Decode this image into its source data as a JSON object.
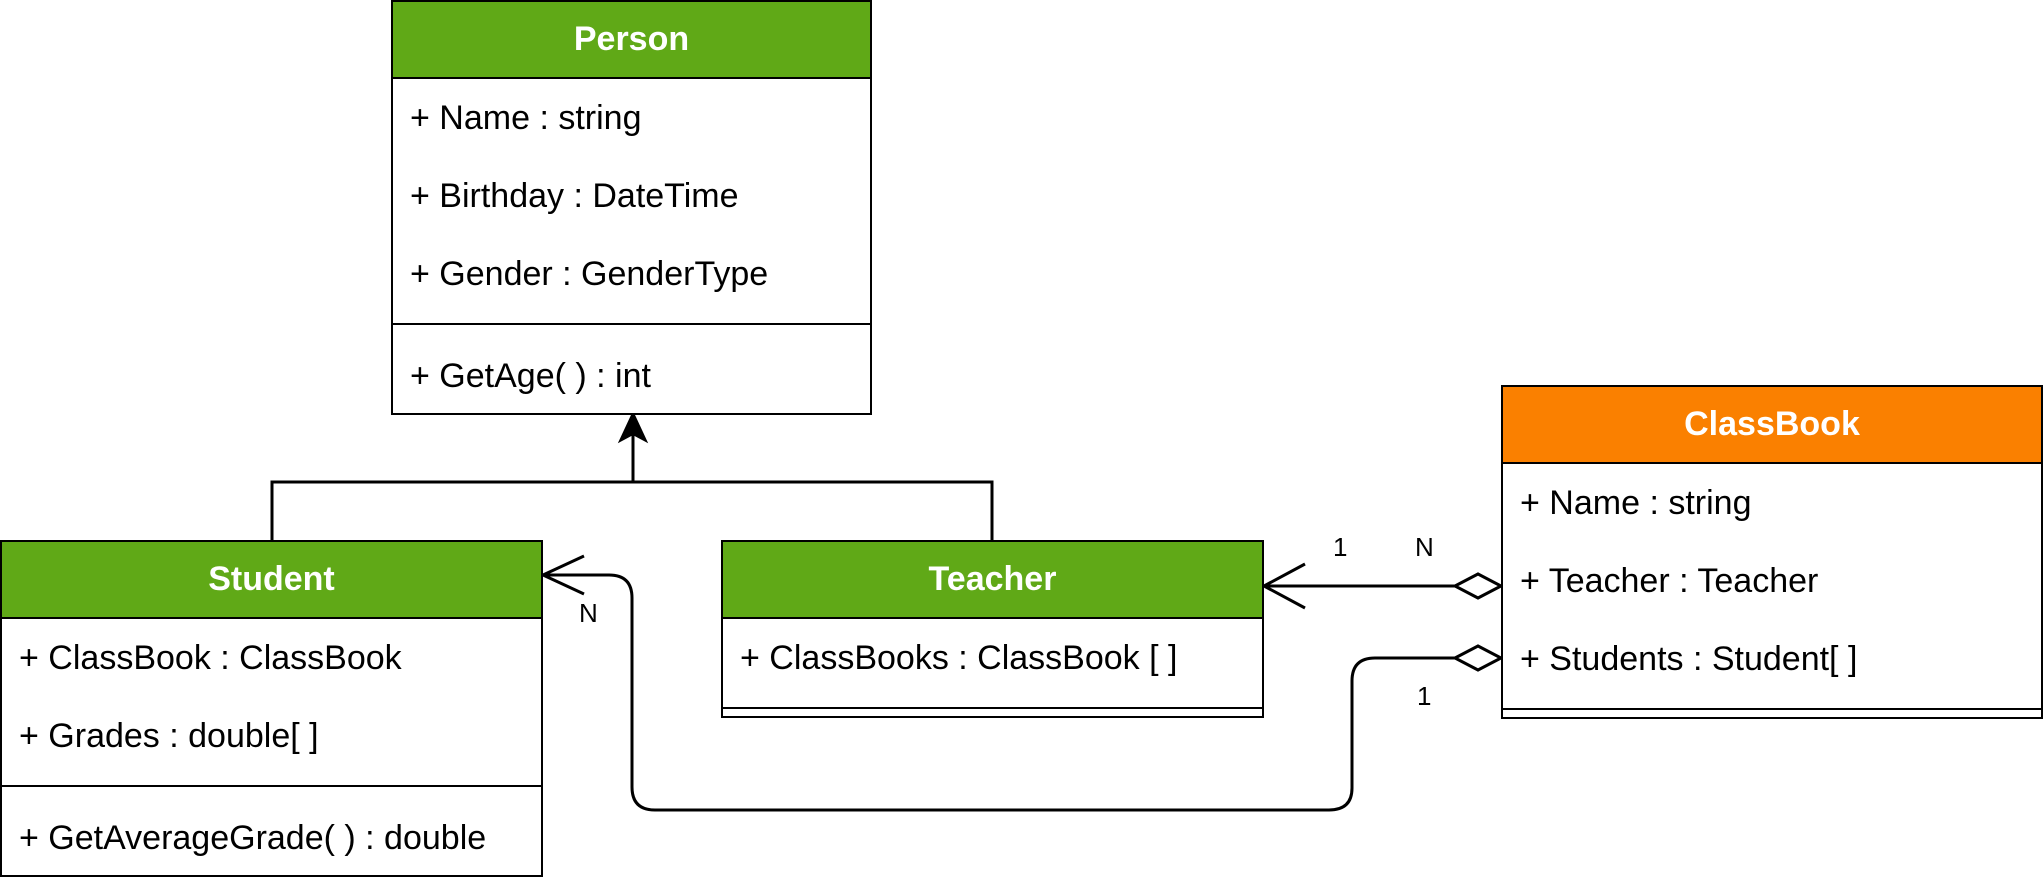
{
  "classes": {
    "person": {
      "name": "Person",
      "color": "#60a917",
      "attributes": [
        "+ Name : string",
        "+ Birthday : DateTime",
        "+ Gender : GenderType"
      ],
      "methods": [
        "+ GetAge( ) : int"
      ]
    },
    "student": {
      "name": "Student",
      "color": "#60a917",
      "attributes": [
        "+ ClassBook : ClassBook",
        "+ Grades : double[ ]"
      ],
      "methods": [
        "+ GetAverageGrade( ) : double"
      ]
    },
    "teacher": {
      "name": "Teacher",
      "color": "#60a917",
      "attributes": [
        "+ ClassBooks : ClassBook [ ]"
      ],
      "methods": []
    },
    "classbook": {
      "name": "ClassBook",
      "color": "#fa8000",
      "attributes": [
        "+ Name : string",
        "+ Teacher : Teacher",
        "+ Students : Student[ ]"
      ],
      "methods": []
    }
  },
  "relationships": {
    "teacher_classbook": {
      "teacher_end": "1",
      "classbook_end": "N"
    },
    "student_classbook": {
      "student_end": "N",
      "classbook_end": "1"
    }
  }
}
